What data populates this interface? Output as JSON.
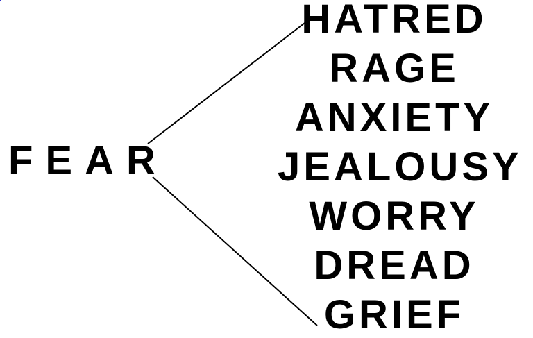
{
  "diagram": {
    "root": {
      "label": "FEAR"
    },
    "branches": [
      {
        "label": "HATRED"
      },
      {
        "label": "RAGE"
      },
      {
        "label": "ANXIETY"
      },
      {
        "label": "JEALOUSY"
      },
      {
        "label": "WORRY"
      },
      {
        "label": "DREAD"
      },
      {
        "label": "GRIEF"
      }
    ],
    "colors": {
      "text": "#000000",
      "lines": "#000000",
      "background": "#ffffff"
    }
  }
}
